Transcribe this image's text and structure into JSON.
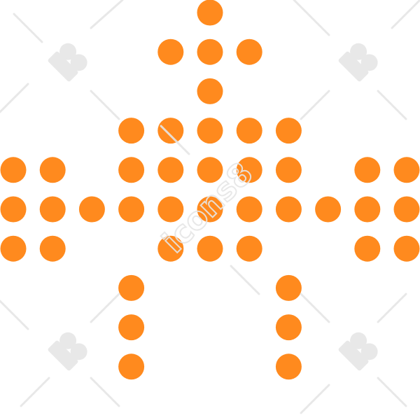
{
  "icon": {
    "name": "dotted-cross-pattern-icon",
    "dot_color": "#FF8A1E",
    "columns": [
      "a",
      "b",
      "c",
      "d",
      "e",
      "f",
      "g",
      "h",
      "i",
      "j",
      "k"
    ],
    "rows": [
      {
        "id": "r1",
        "cols": [
          "f"
        ]
      },
      {
        "id": "r2",
        "cols": [
          "e",
          "f",
          "g"
        ]
      },
      {
        "id": "r3",
        "cols": [
          "f"
        ]
      },
      {
        "id": "r4",
        "cols": [
          "d",
          "e",
          "f",
          "g",
          "h"
        ]
      },
      {
        "id": "r5",
        "cols": [
          "a",
          "b",
          "d",
          "e",
          "f",
          "g",
          "h",
          "j",
          "k"
        ]
      },
      {
        "id": "r6",
        "cols": [
          "a",
          "b",
          "c",
          "d",
          "e",
          "f",
          "g",
          "h",
          "i",
          "j",
          "k"
        ]
      },
      {
        "id": "r7",
        "cols": [
          "a",
          "b",
          "e",
          "f",
          "g",
          "j",
          "k"
        ]
      },
      {
        "id": "r8",
        "cols": [
          "d",
          "h"
        ]
      },
      {
        "id": "r9",
        "cols": [
          "d",
          "h"
        ]
      },
      {
        "id": "r10",
        "cols": [
          "d",
          "h"
        ]
      }
    ]
  },
  "watermark": {
    "text": "icons8",
    "line_color": "#E6E6E6",
    "logo_color": "#E6E6E6"
  }
}
